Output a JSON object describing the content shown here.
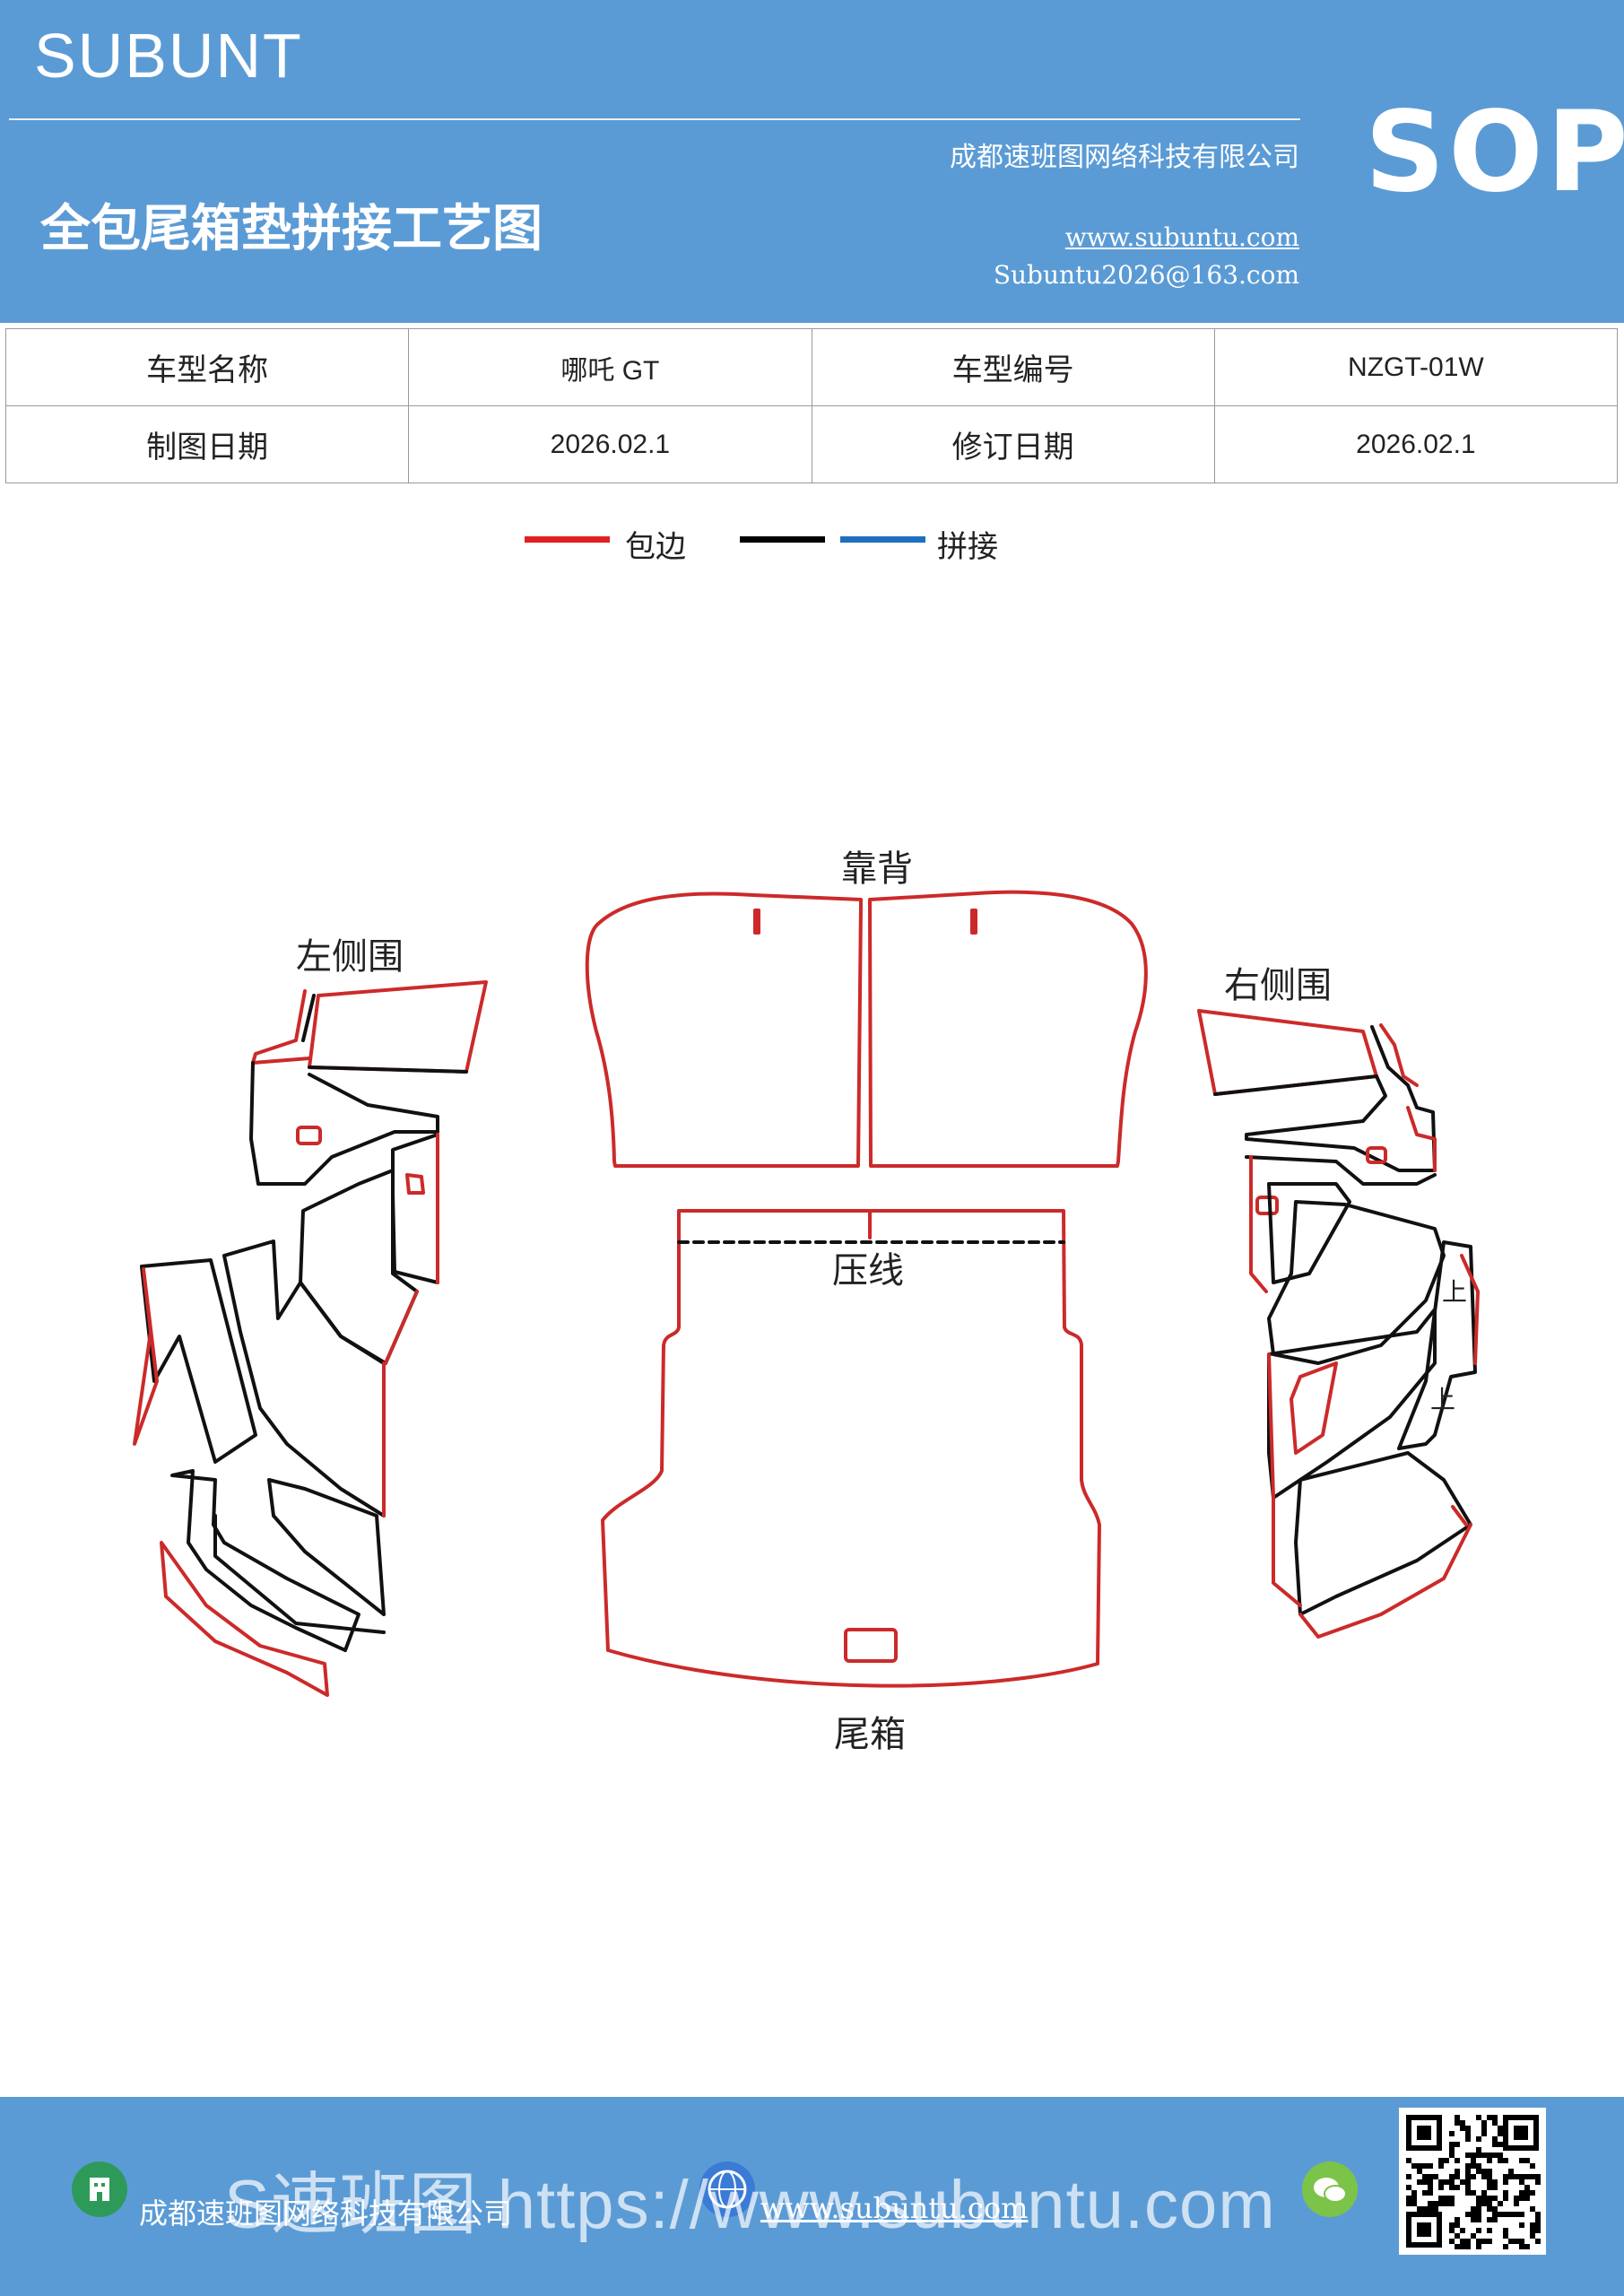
{
  "header": {
    "brand": "SUBUNT",
    "title": "全包尾箱垫拼接工艺图",
    "company": "成都速班图网络科技有限公司",
    "website": "www.subuntu.com",
    "email": "Subuntu2026@163.com",
    "badge": "SOP"
  },
  "info_table": {
    "model_name_label": "车型名称",
    "model_name_value": "哪吒 GT",
    "model_code_label": "车型编号",
    "model_code_value": "NZGT-01W",
    "draw_date_label": "制图日期",
    "draw_date_value": "2026.02.1",
    "revise_date_label": "修订日期",
    "revise_date_value": "2026.02.1"
  },
  "legend": {
    "items": [
      {
        "label": "包边",
        "color": "#e02020"
      },
      {
        "label": "",
        "color": "#000000"
      },
      {
        "label": "拼接",
        "color": "#1f6fc0"
      }
    ]
  },
  "diagram": {
    "backrest_label": "靠背",
    "left_side_label": "左侧围",
    "right_side_label": "右侧围",
    "press_line_label": "压线",
    "trunk_label": "尾箱",
    "up_mark_1": "上",
    "up_mark_2": "上",
    "colors": {
      "edge": "#cc2a2a",
      "seam": "#111111"
    }
  },
  "footer": {
    "company": "成都速班图网络科技有限公司",
    "website": "www.subuntu.com",
    "watermark": "S速班图 https://www.subuntu.com"
  }
}
